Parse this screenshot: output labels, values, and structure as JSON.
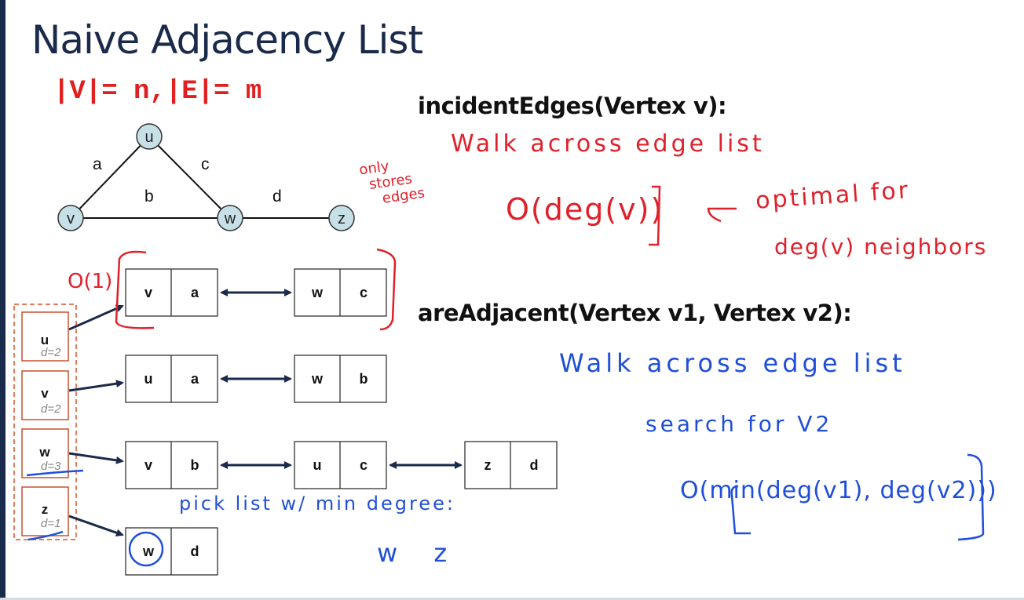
{
  "title": "Naive Adjacency List",
  "size_equation": "|V|= n,|E|= m",
  "graph": {
    "vertices": [
      "u",
      "v",
      "w",
      "z"
    ],
    "edges": [
      {
        "label": "a",
        "from": "u",
        "to": "v"
      },
      {
        "label": "b",
        "from": "v",
        "to": "w"
      },
      {
        "label": "c",
        "from": "u",
        "to": "w"
      },
      {
        "label": "d",
        "from": "w",
        "to": "z"
      }
    ]
  },
  "vertex_list": [
    {
      "name": "u",
      "degree": "d=2",
      "edges": [
        [
          "v",
          "a"
        ],
        [
          "w",
          "c"
        ]
      ]
    },
    {
      "name": "v",
      "degree": "d=2",
      "edges": [
        [
          "u",
          "a"
        ],
        [
          "w",
          "b"
        ]
      ]
    },
    {
      "name": "w",
      "degree": "d=3",
      "edges": [
        [
          "v",
          "b"
        ],
        [
          "u",
          "c"
        ],
        [
          "z",
          "d"
        ]
      ]
    },
    {
      "name": "z",
      "degree": "d=1",
      "edges": [
        [
          "w",
          "d"
        ]
      ]
    }
  ],
  "operations": {
    "incident_edges": {
      "heading": "incidentEdges(Vertex v):",
      "note_walk": "Walk across edge list",
      "note_complexity": "O(deg(v))",
      "note_optimal": "optimal for",
      "note_optimal_2": "deg(v) neighbors",
      "side_note": [
        "only",
        "stores",
        "edges"
      ],
      "o1": "O(1)"
    },
    "are_adjacent": {
      "heading": "areAdjacent(Vertex v1, Vertex v2):",
      "note_walk": "Walk across edge list",
      "note_search": "search for V2",
      "note_complexity": "O(min(deg(v1), deg(v2)))",
      "pick_note": "pick list w/ min degree:",
      "pick_example": "w z"
    }
  },
  "colors": {
    "title": "#1a2a4a",
    "annotation_red": "#e0202a",
    "annotation_blue": "#1f4fd8",
    "box_orange": "#c8502c"
  }
}
